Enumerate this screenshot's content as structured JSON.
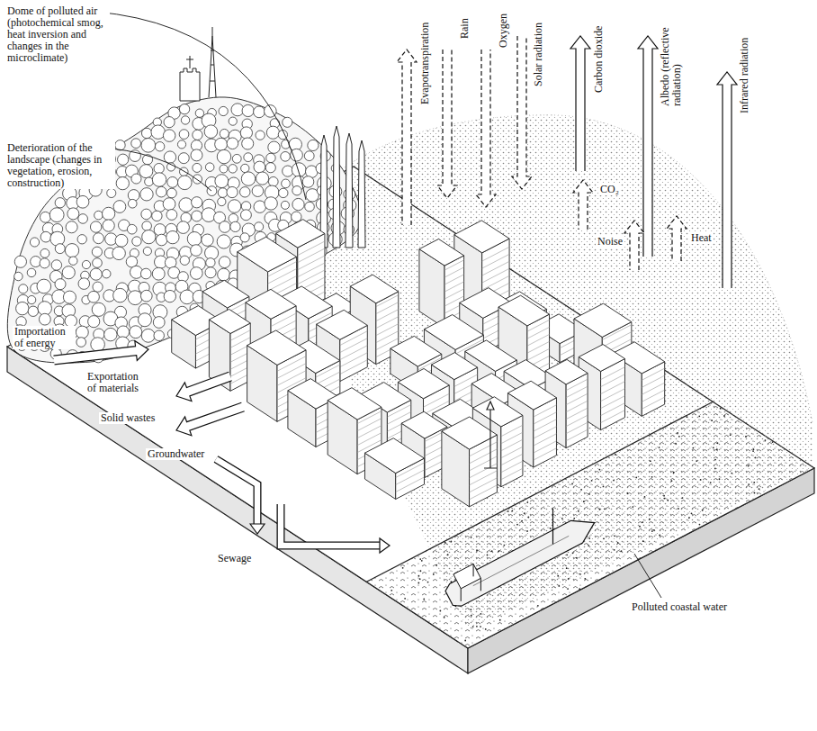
{
  "diagram": {
    "labels": [
      "Dome of polluted air (photochemical smog, heat inversion and changes in the microclimate)",
      "Deterioration of the landscape (changes in vegetation, erosion, construction)",
      "Evapotranspiration",
      "Rain",
      "Oxygen",
      "Solar radiation",
      "Carbon dioxide",
      "Albedo (reflective radiation)",
      "Infrared radiation",
      "CO₂",
      "Noise",
      "Heat",
      "Importation of energy",
      "Exportation of materials",
      "Solid wastes",
      "Groundwater",
      "Sewage",
      "Polluted coastal water"
    ]
  }
}
